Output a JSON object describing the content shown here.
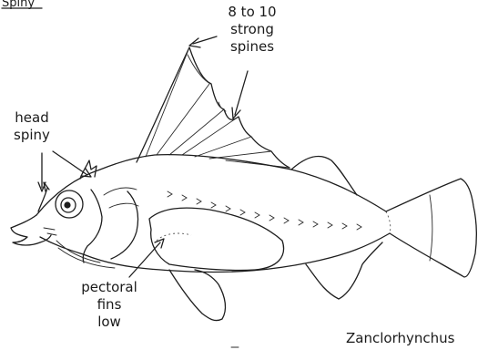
{
  "caption_fragment": "Spiny",
  "labels": {
    "spines_line1": "8 to 10",
    "spines_line2": "strong",
    "spines_line3": "spines",
    "head_line1": "head",
    "head_line2": "spiny",
    "pectoral_line1": "pectoral",
    "pectoral_line2": "fins",
    "pectoral_line3": "low",
    "genus": "Zanclorhynchus"
  },
  "colors": {
    "ink": "#1e1e1e",
    "background": "#ffffff"
  }
}
